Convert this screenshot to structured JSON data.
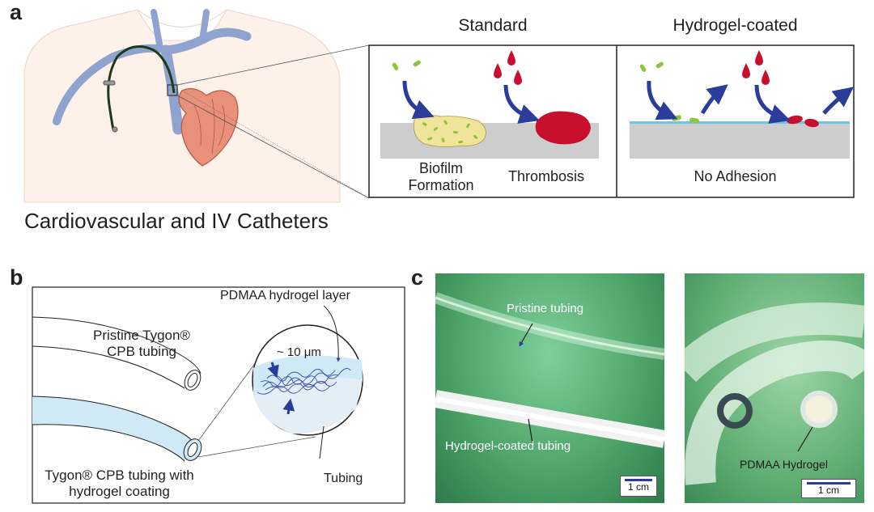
{
  "panel_a": {
    "letter": "a",
    "caption": "Cardiovascular and IV Catheters",
    "standard": {
      "title": "Standard",
      "biofilm_label_line1": "Biofilm",
      "biofilm_label_line2": "Formation",
      "thrombosis_label": "Thrombosis"
    },
    "coated": {
      "title": "Hydrogel-coated",
      "no_adhesion_label": "No Adhesion"
    }
  },
  "panel_b": {
    "letter": "b",
    "pristine_line1": "Pristine Tygon®",
    "pristine_line2": "CPB tubing",
    "coated_line1": "Tygon® CPB tubing with",
    "coated_line2": "hydrogel coating",
    "layer_label": "PDMAA hydrogel layer",
    "thickness_label": "~ 10 μm",
    "tubing_label": "Tubing"
  },
  "panel_c": {
    "letter": "c",
    "pristine_label": "Pristine tubing",
    "coated_label": "Hydrogel-coated tubing",
    "scale_left": "1 cm",
    "hydrogel_label": "PDMAA Hydrogel",
    "scale_right": "1 cm"
  },
  "colors": {
    "vessel": "#8fa3cf",
    "heart": "#e8907a",
    "bacteria": "#8cc63f",
    "blood": "#c8102e",
    "arrow": "#2b3d9a",
    "surface": "#cdcdcd",
    "coating": "#6ec6e0",
    "green_bg": "#3f9a5c"
  }
}
